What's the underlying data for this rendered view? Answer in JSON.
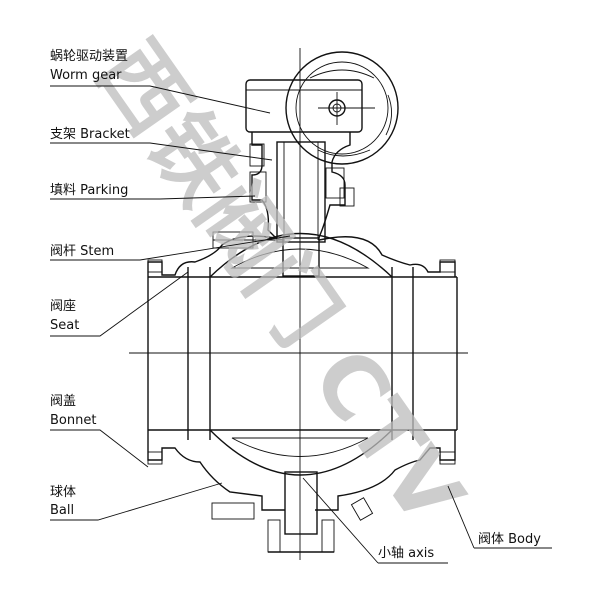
{
  "title": "Ball valve with worm gear – cross-section diagram",
  "watermark": "西铁阀门 CTV",
  "labels": {
    "worm_gear_cn": "蜗轮驱动装置",
    "worm_gear_en": "Worm gear",
    "bracket": "支架 Bracket",
    "packing": "填料 Parking",
    "stem": "阀杆 Stem",
    "seat_cn": "阀座",
    "seat_en": "Seat",
    "bonnet_cn": "阀盖",
    "bonnet_en": "Bonnet",
    "ball_cn": "球体",
    "ball_en": "Ball",
    "axis": "小轴 axis",
    "body": "阀体 Body"
  }
}
